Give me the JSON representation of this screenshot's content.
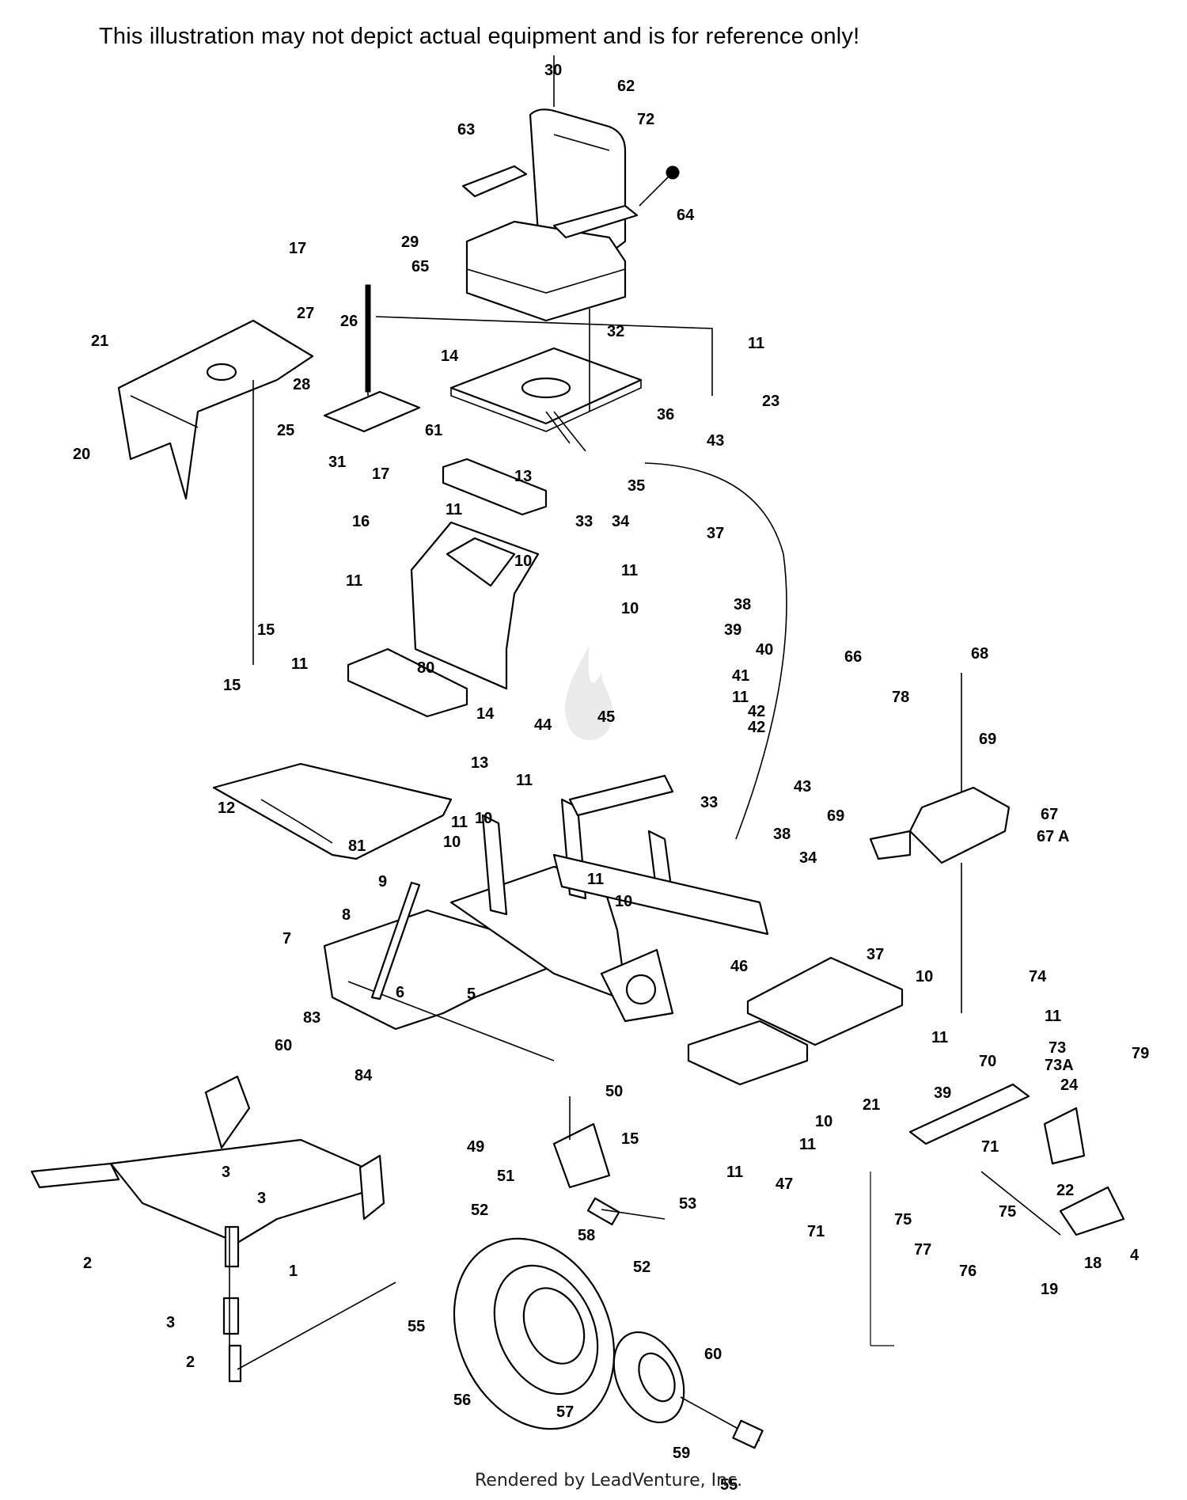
{
  "header": {
    "disclaimer": "This illustration may not depict actual equipment and is for reference only!"
  },
  "footer": {
    "rendered_by": "Rendered by LeadVenture, Inc."
  },
  "callouts": [
    {
      "id": "c30",
      "text": "30"
    },
    {
      "id": "c62",
      "text": "62"
    },
    {
      "id": "c63",
      "text": "63"
    },
    {
      "id": "c72",
      "text": "72"
    },
    {
      "id": "c64",
      "text": "64"
    },
    {
      "id": "c65",
      "text": "65"
    },
    {
      "id": "c29",
      "text": "29"
    },
    {
      "id": "c17a",
      "text": "17"
    },
    {
      "id": "c27",
      "text": "27"
    },
    {
      "id": "c26",
      "text": "26"
    },
    {
      "id": "c21a",
      "text": "21"
    },
    {
      "id": "c28",
      "text": "28"
    },
    {
      "id": "c14a",
      "text": "14"
    },
    {
      "id": "c32",
      "text": "32"
    },
    {
      "id": "c11a",
      "text": "11"
    },
    {
      "id": "c23",
      "text": "23"
    },
    {
      "id": "c25",
      "text": "25"
    },
    {
      "id": "c61",
      "text": "61"
    },
    {
      "id": "c20",
      "text": "20"
    },
    {
      "id": "c31",
      "text": "31"
    },
    {
      "id": "c17b",
      "text": "17"
    },
    {
      "id": "c36",
      "text": "36"
    },
    {
      "id": "c43a",
      "text": "43"
    },
    {
      "id": "c35",
      "text": "35"
    },
    {
      "id": "c13a",
      "text": "13"
    },
    {
      "id": "c33a",
      "text": "33"
    },
    {
      "id": "c34a",
      "text": "34"
    },
    {
      "id": "c37a",
      "text": "37"
    },
    {
      "id": "c11b",
      "text": "11"
    },
    {
      "id": "c16",
      "text": "16"
    },
    {
      "id": "c10a",
      "text": "10"
    },
    {
      "id": "c11c",
      "text": "11"
    },
    {
      "id": "c10b",
      "text": "10"
    },
    {
      "id": "c11d",
      "text": "11"
    },
    {
      "id": "c15a",
      "text": "15"
    },
    {
      "id": "c38a",
      "text": "38"
    },
    {
      "id": "c39a",
      "text": "39"
    },
    {
      "id": "c40",
      "text": "40"
    },
    {
      "id": "c66",
      "text": "66"
    },
    {
      "id": "c68",
      "text": "68"
    },
    {
      "id": "c11e",
      "text": "11"
    },
    {
      "id": "c80",
      "text": "80"
    },
    {
      "id": "c41",
      "text": "41"
    },
    {
      "id": "c15b",
      "text": "15"
    },
    {
      "id": "c11f",
      "text": "11"
    },
    {
      "id": "c42a",
      "text": "42"
    },
    {
      "id": "c42b",
      "text": "42"
    },
    {
      "id": "c78",
      "text": "78"
    },
    {
      "id": "c14b",
      "text": "14"
    },
    {
      "id": "c69a",
      "text": "69"
    },
    {
      "id": "c45",
      "text": "45"
    },
    {
      "id": "c13b",
      "text": "13"
    },
    {
      "id": "c44",
      "text": "44"
    },
    {
      "id": "c11g",
      "text": "11"
    },
    {
      "id": "c43b",
      "text": "43"
    },
    {
      "id": "c12",
      "text": "12"
    },
    {
      "id": "c10c",
      "text": "10"
    },
    {
      "id": "c33b",
      "text": "33"
    },
    {
      "id": "c69b",
      "text": "69"
    },
    {
      "id": "c67",
      "text": "67"
    },
    {
      "id": "c67a",
      "text": "67 A"
    },
    {
      "id": "c11h",
      "text": "11"
    },
    {
      "id": "c81",
      "text": "81"
    },
    {
      "id": "c10d",
      "text": "10"
    },
    {
      "id": "c38b",
      "text": "38"
    },
    {
      "id": "c34b",
      "text": "34"
    },
    {
      "id": "c9",
      "text": "9"
    },
    {
      "id": "c11i",
      "text": "11"
    },
    {
      "id": "c10e",
      "text": "10"
    },
    {
      "id": "c8",
      "text": "8"
    },
    {
      "id": "c37b",
      "text": "37"
    },
    {
      "id": "c7",
      "text": "7"
    },
    {
      "id": "c46",
      "text": "46"
    },
    {
      "id": "c10f",
      "text": "10"
    },
    {
      "id": "c74",
      "text": "74"
    },
    {
      "id": "c6",
      "text": "6"
    },
    {
      "id": "c5",
      "text": "5"
    },
    {
      "id": "c83",
      "text": "83"
    },
    {
      "id": "c11j",
      "text": "11"
    },
    {
      "id": "c11k",
      "text": "11"
    },
    {
      "id": "c60a",
      "text": "60"
    },
    {
      "id": "c70",
      "text": "70"
    },
    {
      "id": "c73",
      "text": "73"
    },
    {
      "id": "c73a",
      "text": "73A"
    },
    {
      "id": "c79",
      "text": "79"
    },
    {
      "id": "c84",
      "text": "84"
    },
    {
      "id": "c39b",
      "text": "39"
    },
    {
      "id": "c24",
      "text": "24"
    },
    {
      "id": "c50",
      "text": "50"
    },
    {
      "id": "c21b",
      "text": "21"
    },
    {
      "id": "c10g",
      "text": "10"
    },
    {
      "id": "c15c",
      "text": "15"
    },
    {
      "id": "c49",
      "text": "49"
    },
    {
      "id": "c11l",
      "text": "11"
    },
    {
      "id": "c71a",
      "text": "71"
    },
    {
      "id": "c3a",
      "text": "3"
    },
    {
      "id": "c51",
      "text": "51"
    },
    {
      "id": "c11m",
      "text": "11"
    },
    {
      "id": "c47",
      "text": "47"
    },
    {
      "id": "c22",
      "text": "22"
    },
    {
      "id": "c3b",
      "text": "3"
    },
    {
      "id": "c52a",
      "text": "52"
    },
    {
      "id": "c53",
      "text": "53"
    },
    {
      "id": "c75a",
      "text": "75"
    },
    {
      "id": "c75b",
      "text": "75"
    },
    {
      "id": "c71b",
      "text": "71"
    },
    {
      "id": "c58",
      "text": "58"
    },
    {
      "id": "c2a",
      "text": "2"
    },
    {
      "id": "c1",
      "text": "1"
    },
    {
      "id": "c52b",
      "text": "52"
    },
    {
      "id": "c77",
      "text": "77"
    },
    {
      "id": "c76",
      "text": "76"
    },
    {
      "id": "c4",
      "text": "4"
    },
    {
      "id": "c18",
      "text": "18"
    },
    {
      "id": "c19",
      "text": "19"
    },
    {
      "id": "c55a",
      "text": "55"
    },
    {
      "id": "c3c",
      "text": "3"
    },
    {
      "id": "c2b",
      "text": "2"
    },
    {
      "id": "c60b",
      "text": "60"
    },
    {
      "id": "c56",
      "text": "56"
    },
    {
      "id": "c57",
      "text": "57"
    },
    {
      "id": "c59",
      "text": "59"
    },
    {
      "id": "c55b",
      "text": "55"
    }
  ]
}
